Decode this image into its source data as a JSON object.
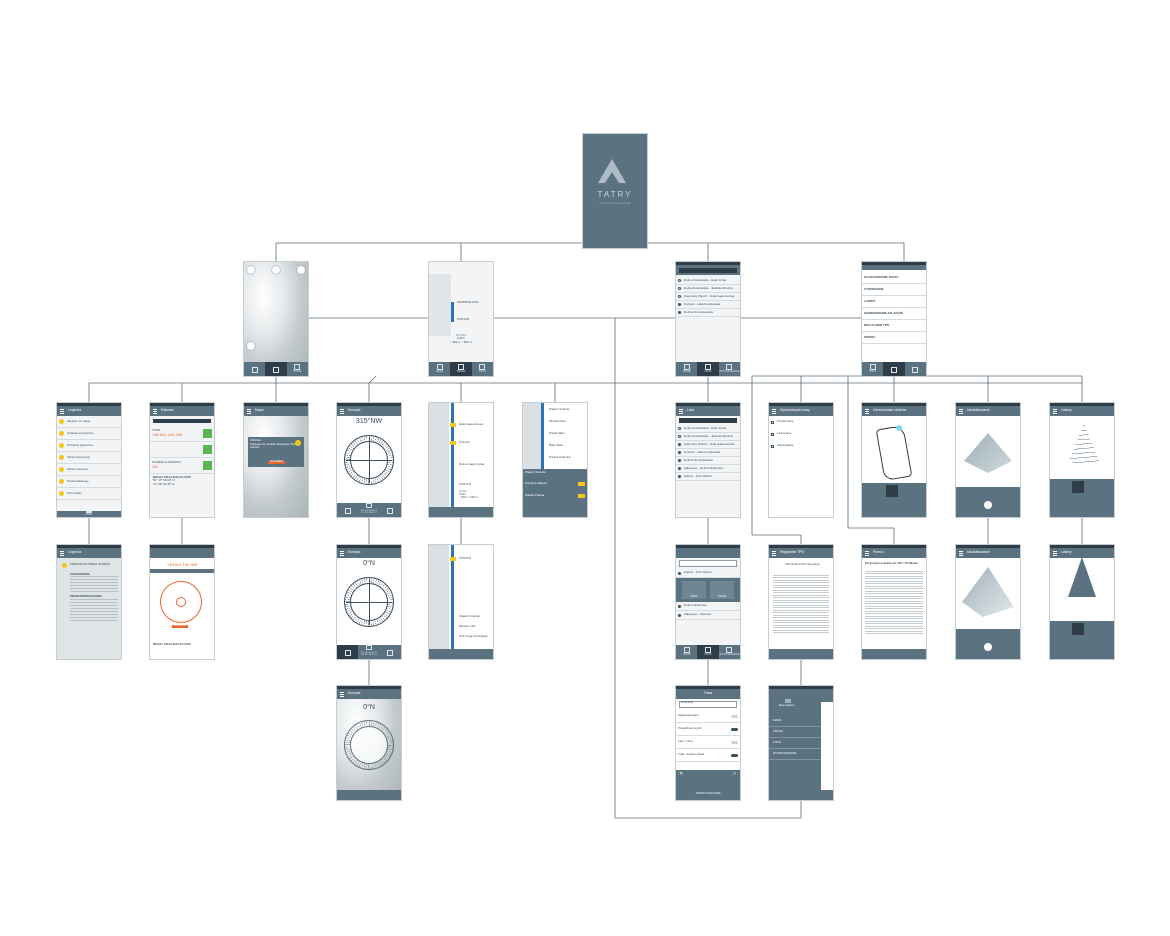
{
  "splash": {
    "title": "TATRY",
    "subtitle": "przewodnik po szlakach tatr"
  },
  "screens": {
    "map": {
      "nav": [
        "",
        "",
        "TRASA"
      ]
    },
    "route": {
      "items": [
        "MORSKIE OKO",
        "ZOSTAŃ"
      ],
      "stats": "0.7 km\n0:45 h\n↓ 354 m  ↑ 660 m",
      "nav": [
        "MAPA",
        "TRASA",
        "LISTA"
      ]
    },
    "list_top": {
      "items": [
        "Dolina Kościeliska - Hala Ornak",
        "Dolina Kościeliska - Jaskinia Mroźna",
        "Kasprowy Wierch - Hala Gąsienicowa",
        "Kuźnice - Hala Kondratowa",
        "Dolina Chochołowska"
      ],
      "nav": [
        "TRASA",
        "LISTA",
        "WYSZUKIWANIE"
      ]
    },
    "menu": {
      "items": [
        "WYSZUKIWANIE TRASY",
        "UTWORZONE",
        "LAWINY",
        "GENEROWANIE SZLAKÓW",
        "REGULAMIN TPN",
        "POMOC"
      ],
      "nav": [
        "LISTA",
        "",
        ""
      ]
    },
    "legend": {
      "title": "Legenda",
      "items": [
        "Miejsce na mapie",
        "Atrakcja turystyczna",
        "Przejście graniczne",
        "Szlak turystyczny",
        "Szlak rowerowy",
        "Punkt widokowy",
        "Schronisko"
      ],
      "footer": "MAPA"
    },
    "rescue": {
      "title": "Ratunek",
      "topr_label": "TOPR",
      "topr_phone": "+48 601 100 300",
      "alarm_label": "NUMER ALARMOWY",
      "alarm_phone": "112",
      "loc_label": "MOJA LOKALIZACJA GPS",
      "lat": "50° 15' 50.00\" N",
      "lon": "19° 58' 54.35\" E"
    },
    "map2": {
      "title": "Mapa",
      "dialog_title": "UWAGA",
      "dialog_text": "Znajdujesz się na szlaku zamkniętym. Proszę zawrócić.",
      "dialog_button": "ROZUMIEM"
    },
    "compass1": {
      "title": "Kompas",
      "heading": "315°NW",
      "coord1": "50° 15' 50.00\" N",
      "coord2": "19° 58' 54.35\" E"
    },
    "trail1": {
      "items": [
        "Hala Gąsienicowa",
        "Kuźnice",
        "Dolina Jaworzynka",
        "ZOSTAŃ"
      ],
      "stats": "0.7 km\n0:45 h\n↓ 354 m  ↑ 660 m"
    },
    "trail_list": {
      "items": [
        "Wąwóz Kraków",
        "Morskie Oko",
        "Wielki Staw",
        "Biały Staw",
        "Polana Palenica"
      ],
      "panel1": "Wąwóz Kraków",
      "panel2": "Przysłop Miętusi",
      "panel3": "Wielka Polana"
    },
    "list_search": {
      "title": "Lista",
      "items": [
        "Dolina Kościeliska - Hala Ornak",
        "Dolina Kościeliska - Jaskinia Mroźna",
        "Kasprowy Wierch - Hala Gąsienicowa",
        "Kuźnice - Hala Kondratowa",
        "Dolina Chochołowska",
        "Zakopane - Dolina Strążyska",
        "Zawrat - Kozi Wierch"
      ]
    },
    "search_trail": {
      "title": "Wyszukiwanie trasy",
      "items": [
        "Przekazanie",
        "Ładowanie",
        "Zapisywanie"
      ]
    },
    "gen_trails": {
      "title": "Generowanie szlaków"
    },
    "avalanche1": {
      "title": "Ukształtowanie"
    },
    "avalanche2": {
      "title": "Lawiny"
    },
    "legend_detail": {
      "title": "Legenda",
      "heading": "PRZEJŚCIE PRZEZ STREFĘ",
      "section1": "ZAGROŻENIA",
      "section2": "PRZECIWWSKAZANIA"
    },
    "rescue_call": {
      "phone": "+48 601 100 300",
      "button": "ZADZWOŃ",
      "loc_label": "MOJA LOKALIZACJA GPS"
    },
    "compass2": {
      "title": "Kompas",
      "heading": "0°N",
      "coord1": "50° 15' 50.00\" N",
      "coord2": "19° 58' 54.35\" E"
    },
    "trail2": {
      "items": [
        "ZOSTAŃ",
        "Wąwóz Kraków",
        "Morskie Oko",
        "Pod Kopą Kondracką"
      ]
    },
    "list_filter": {
      "tiles": [
        "MAPA",
        "TRASA"
      ],
      "items": [
        "Zawrat - Kozi Wierch",
        "Dolina Strążyska",
        "Zakopane - Giewont"
      ],
      "nav": [
        "TRASA",
        "LISTA",
        "WYSZUKIWANIE"
      ]
    },
    "regulamin": {
      "title": "Regulamin TPN",
      "org": "Tatrzański Park Narodowy"
    },
    "pomoc": {
      "title": "Pomoc",
      "heading": "Przyczyna aspektu do Tatr / Podkrela"
    },
    "avalanche3": {
      "title": "Ukształtowanie"
    },
    "avalanche4": {
      "title": "Lawiny"
    },
    "compass3": {
      "title": "Kompas",
      "heading": "0°N"
    },
    "filter": {
      "title": "Trasa",
      "date": "11.08.2016",
      "options": [
        "Zaawansowany",
        "Prawidłowy wynik",
        "Lato / zima",
        "Tylko otwarte szlaki"
      ],
      "footer": "TRASA POLECANA"
    },
    "drawer": {
      "header": "Menu główne",
      "items": [
        "MAPA",
        "TRASA",
        "LISTA",
        "WYSZUKIWANIE"
      ]
    }
  }
}
